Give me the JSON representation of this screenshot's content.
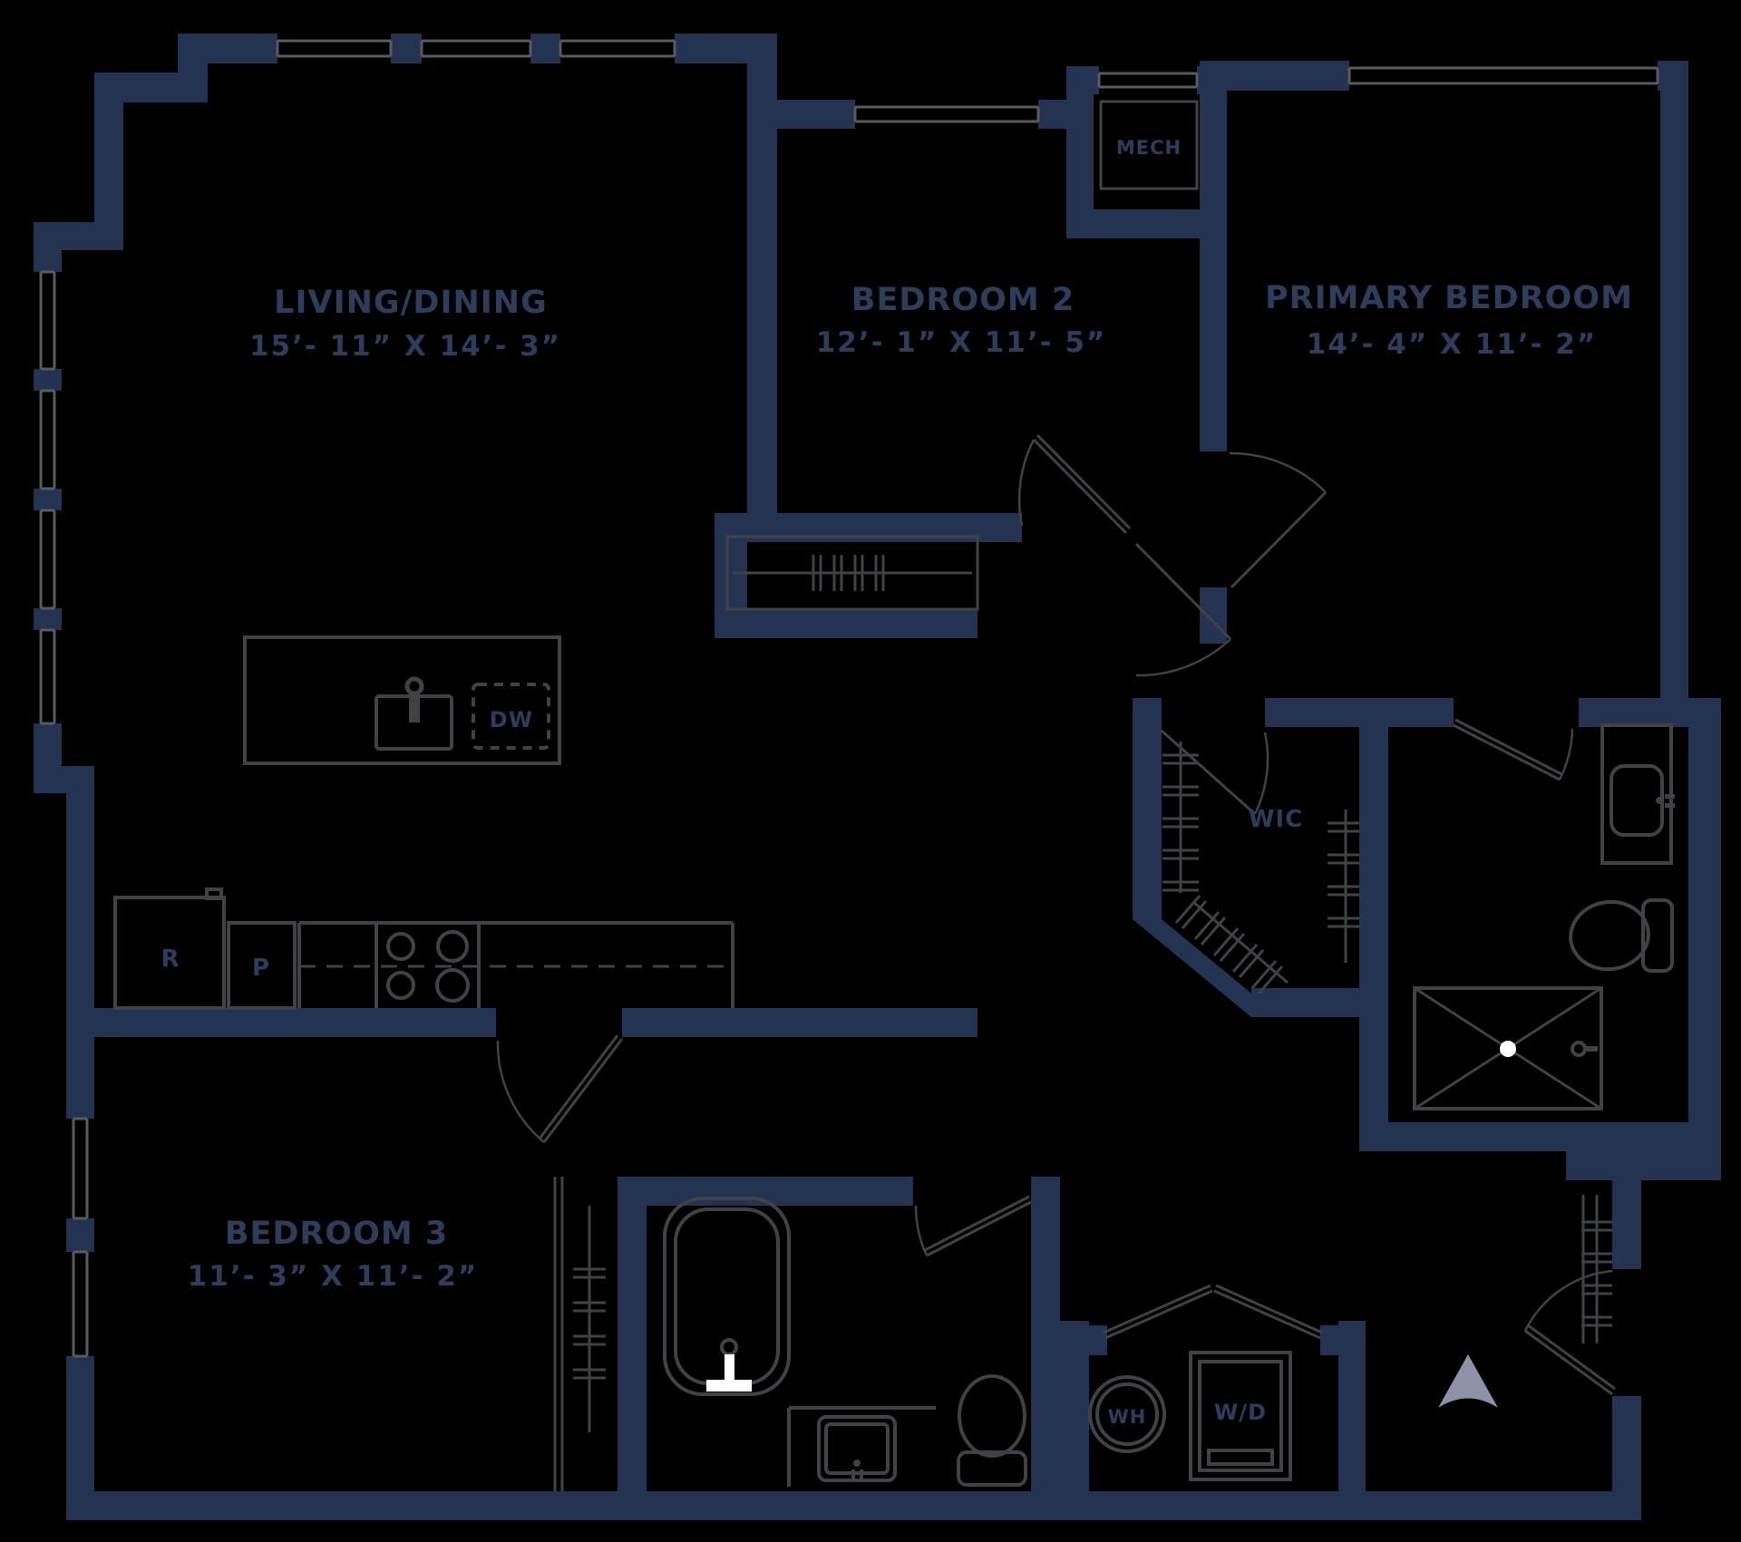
{
  "background": "#000000",
  "colors": {
    "wall": "#243351",
    "line": "#414246",
    "window": "#595a5e",
    "text": "#2e3d5c",
    "arrow": "#8f91a9",
    "white": "#ffffff"
  },
  "rooms": {
    "living": {
      "label": "LIVING/DINING",
      "dims": "15’- 11” X 14’- 3”"
    },
    "bedroom2": {
      "label": "BEDROOM 2",
      "dims": "12’- 1” X 11’- 5”"
    },
    "primary": {
      "label": "PRIMARY BEDROOM",
      "dims": "14’- 4” X 11’- 2”"
    },
    "bedroom3": {
      "label": "BEDROOM 3",
      "dims": "11’- 3” X 11’- 2”"
    }
  },
  "fixtures": {
    "mech": "MECH",
    "wic": "WIC",
    "dishwasher": "DW",
    "refrigerator": "R",
    "pantry": "P",
    "water_heater": "WH",
    "washer_dryer": "W/D"
  }
}
